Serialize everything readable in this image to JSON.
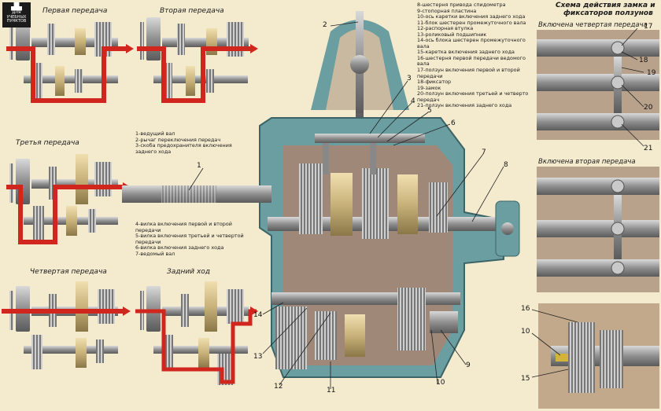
{
  "logo": {
    "text": "ДЛЯ УЧЕБНЫХ ПУНКТОВ"
  },
  "panels": {
    "first": "Первая передача",
    "second": "Вторая передача",
    "third": "Третья передача",
    "fourth": "Четвертая передача",
    "reverse": "Задний ход"
  },
  "lock_scheme": {
    "title_line1": "Схема действия замка и",
    "title_line2": "фиксаторов ползунов",
    "fourth_engaged": "Включена четвертая передача",
    "second_engaged": "Включена вторая передача"
  },
  "legend_top": [
    "8-шестерня привода спидометра",
    "9-стопорная пластина",
    "10-ось каретки включения заднего хода",
    "11-блок шестерен промежуточного вала",
    "12-распорная втулка",
    "13-роликовый подшипник",
    "14-ось блока шестерен промежуточного",
    "вала",
    "15-каретка включения заднего хода",
    "16-шестерня первой передачи ведомого",
    "вала",
    "17-ползун включения первой и второй",
    "передачи",
    "18-фиксатор",
    "19-замок",
    "20-ползун включения третьей и четверто",
    "передач",
    "21-ползун включения заднего хода"
  ],
  "legend_left_top": [
    "1-ведущий вал",
    "2-рычаг переключения передач",
    "3-скоба предохранителя включения",
    "заднего хода"
  ],
  "legend_left_bottom": [
    "4-вилка включения первой и второй",
    "передачи",
    "5-вилка включения третьей и четвертой",
    "передачи",
    "6-вилка включения заднего хода",
    "7-ведомый вал"
  ],
  "callouts": [
    "1",
    "2",
    "3",
    "4",
    "5",
    "6",
    "7",
    "8",
    "9",
    "10",
    "11",
    "12",
    "13",
    "14",
    "15",
    "16",
    "17",
    "18",
    "19",
    "20",
    "21"
  ],
  "colors": {
    "power_flow": "#d0261d",
    "housing": "#6a9ea1",
    "metal": "#a7a7a7",
    "background": "#f4ebcf"
  }
}
